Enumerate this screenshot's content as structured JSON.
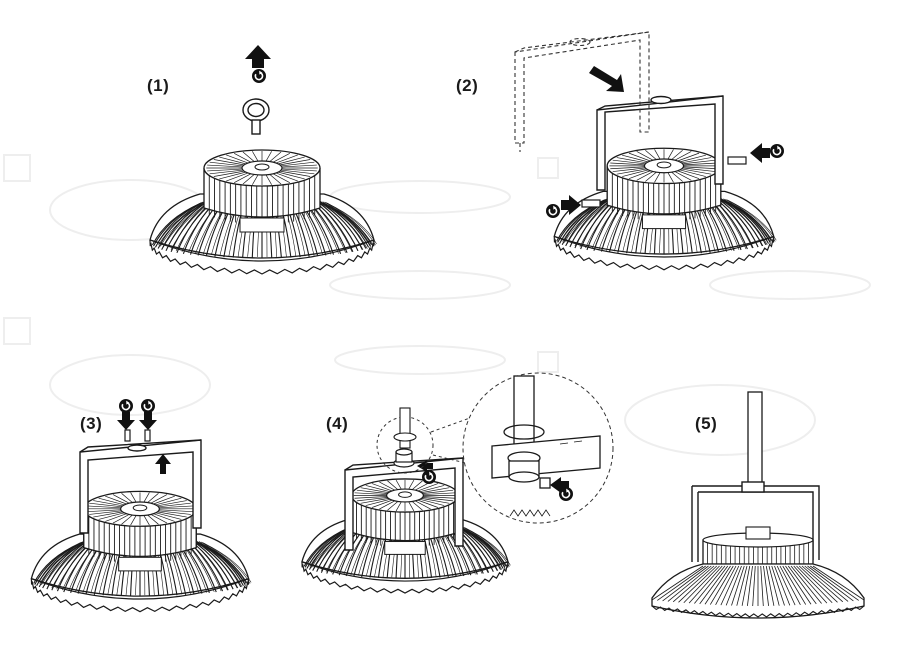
{
  "steps": [
    {
      "label": "(1)"
    },
    {
      "label": "(2)"
    },
    {
      "label": "(3)"
    },
    {
      "label": "(4)"
    },
    {
      "label": "(5)"
    }
  ],
  "colors": {
    "line": "#1a1a1a",
    "arrow": "#111111",
    "ghost": "#eeeeee",
    "background": "#ffffff"
  },
  "icons": [
    "arrow-up-icon",
    "rotate-icon",
    "arrow-down-icon",
    "arrow-left-icon",
    "arrow-right-icon"
  ]
}
